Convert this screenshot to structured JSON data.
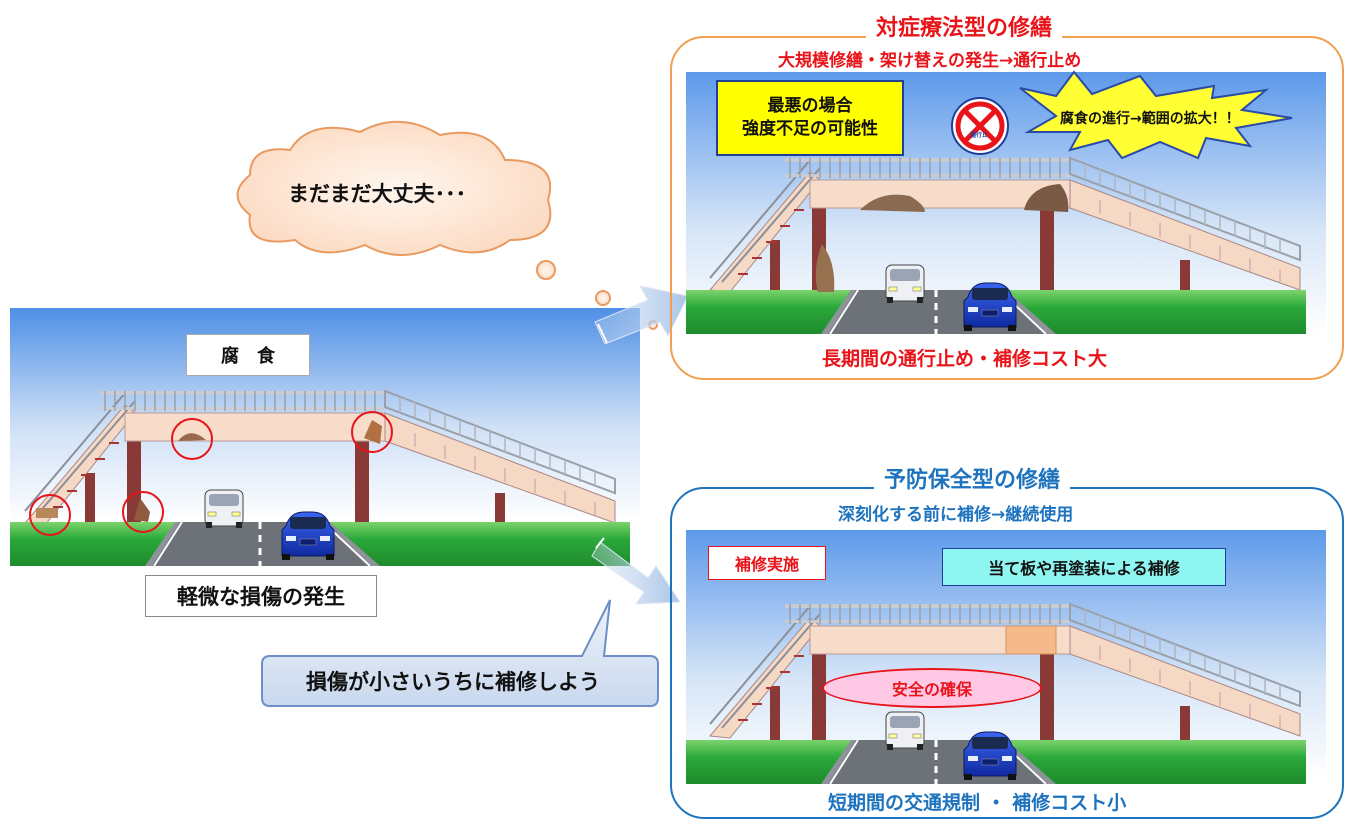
{
  "thought_bubble": "まだまだ大丈夫･･･",
  "left_scene": {
    "tag": "腐　食",
    "caption": "軽微な損傷の発生"
  },
  "speech_callout": "損傷が小さいうちに補修しよう",
  "top_panel": {
    "title": "対症療法型の修繕",
    "subtitle": "大規模修繕・架け替えの発生→通行止め",
    "warning_line1": "最悪の場合",
    "warning_line2": "強度不足の可能性",
    "sign_text": "通行止",
    "burst_text": "腐食の進行→範囲の拡大！！",
    "footer": "長期間の通行止め・補修コスト大"
  },
  "bottom_panel": {
    "title": "予防保全型の修繕",
    "subtitle": "深刻化する前に補修→継続使用",
    "label_repair": "補修実施",
    "label_method": "当て板や再塗装による補修",
    "safety": "安全の確保",
    "footer": "短期間の交通規制 ・ 補修コスト小"
  },
  "colors": {
    "red": "#e8141a",
    "blue": "#1e73be",
    "orange_frame": "#f0a050",
    "sky_top": "#4f8fe6",
    "grass": "#2aa83a",
    "warning_yellow": "#ffff00",
    "car_blue": "#1a3fd0"
  }
}
